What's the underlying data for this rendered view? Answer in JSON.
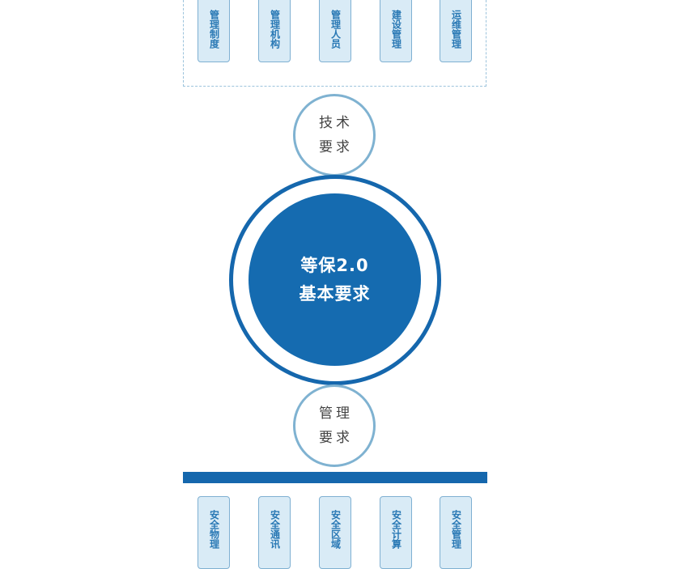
{
  "top_group": {
    "items": [
      {
        "label": "管理制度",
        "visible": "管理制度"
      },
      {
        "label": "管理机构",
        "visible": "管理机构"
      },
      {
        "label": "管理人员",
        "visible": "管理人员"
      },
      {
        "label": "建设管理",
        "visible": "建设管理"
      },
      {
        "label": "运维管理",
        "visible": "运维管理"
      }
    ]
  },
  "tech_circle": {
    "line1": "技术",
    "line2": "要求"
  },
  "core": {
    "line1": "等保2.0",
    "line2": "基本要求"
  },
  "mgmt_circle": {
    "line1": "管理",
    "line2": "要求"
  },
  "bottom_group": {
    "items": [
      {
        "label": "安全物理"
      },
      {
        "label": "安全通讯"
      },
      {
        "label": "安全区域"
      },
      {
        "label": "安全计算"
      },
      {
        "label": "安全管理"
      }
    ]
  },
  "colors": {
    "primary": "#1567ad",
    "light_fill": "#d9ebf6",
    "pill_text": "#2a79b5",
    "ring_light": "#7fb2d1"
  }
}
